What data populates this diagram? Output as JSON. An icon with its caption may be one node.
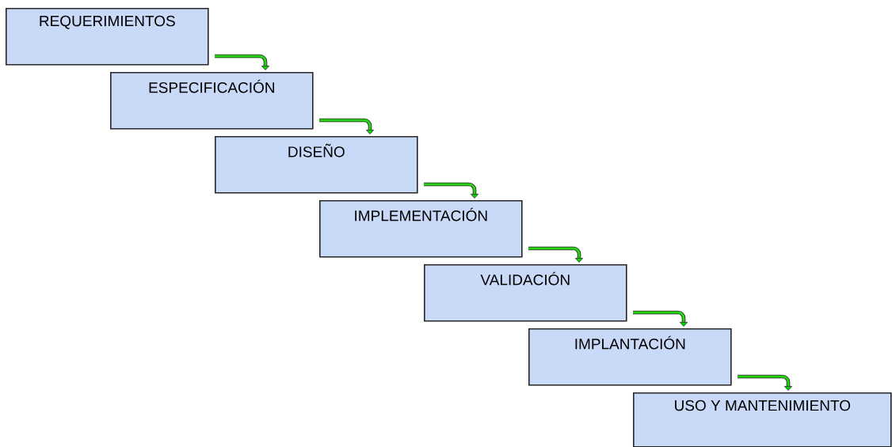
{
  "diagram": {
    "nodes": [
      {
        "text": [
          "REQUERIMIENTOS"
        ]
      },
      {
        "text": [
          "ESPECIFICACIÓN"
        ]
      },
      {
        "text": [
          "DISEÑO"
        ]
      },
      {
        "text": [
          "IMPLEMENTACIÓN"
        ]
      },
      {
        "text": [
          "VALIDACIÓN"
        ]
      },
      {
        "text": [
          "IMPLANTACIÓN"
        ]
      },
      {
        "text": [
          "USO Y MANTENIMIENTO"
        ]
      }
    ],
    "edges": [
      {
        "from": 0,
        "to": 1,
        "arrow": "to"
      },
      {
        "from": 1,
        "to": 2,
        "arrow": "to"
      },
      {
        "from": 2,
        "to": 3,
        "arrow": "to"
      },
      {
        "from": 3,
        "to": 4,
        "arrow": "to"
      },
      {
        "from": 4,
        "to": 5,
        "arrow": "to"
      },
      {
        "from": 5,
        "to": 6,
        "arrow": "to"
      }
    ]
  }
}
